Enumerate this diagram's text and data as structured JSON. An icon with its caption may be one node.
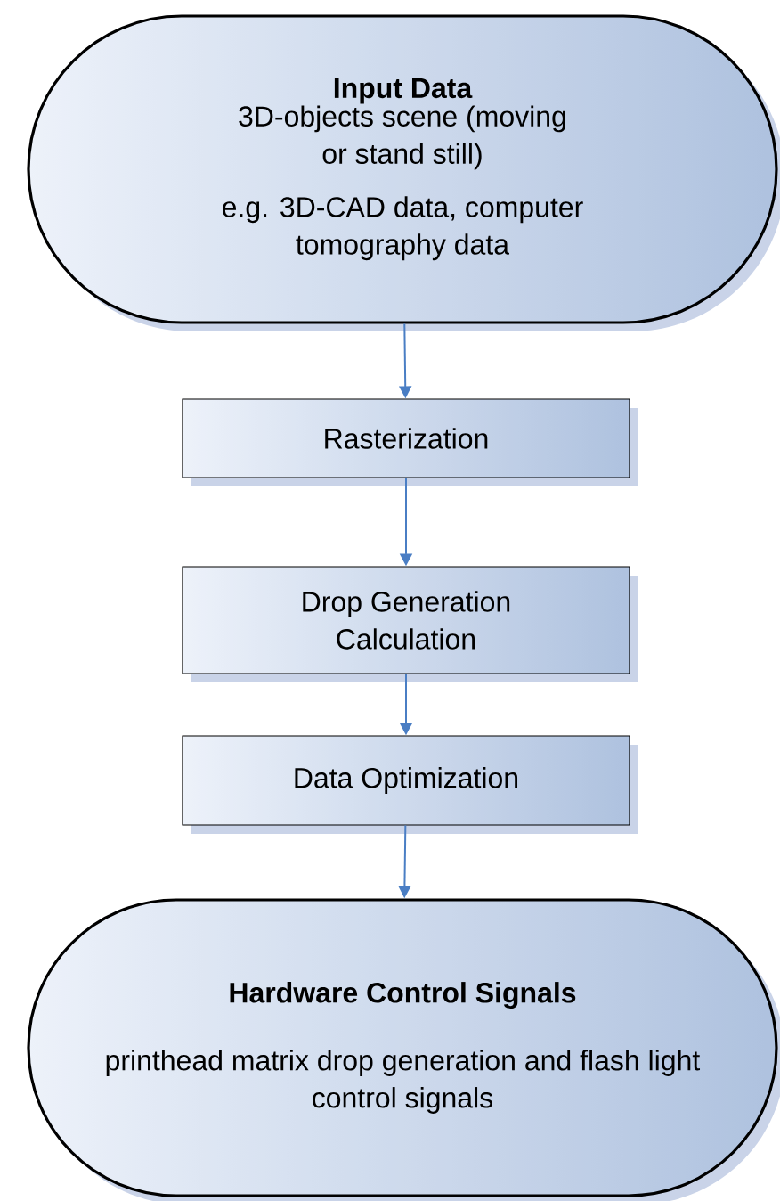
{
  "diagram": {
    "nodes": [
      {
        "text": [
          "Input Data",
          "3D-objects scene (moving or stand still)",
          "e.g. 3D-CAD data, computer tomography data"
        ]
      },
      {
        "text": [
          "Rasterization"
        ]
      },
      {
        "text": [
          "Drop Generation Calculation"
        ]
      },
      {
        "text": [
          "Data Optimization"
        ]
      },
      {
        "text": [
          "Hardware Control Signals",
          "printhead matrix drop generation and flash light control signals"
        ]
      }
    ],
    "edges": [
      {
        "from": 0,
        "to": 1,
        "arrow": "to"
      },
      {
        "from": 1,
        "to": 2,
        "arrow": "to"
      },
      {
        "from": 2,
        "to": 3,
        "arrow": "to"
      },
      {
        "from": 3,
        "to": 4,
        "arrow": "to"
      }
    ]
  }
}
